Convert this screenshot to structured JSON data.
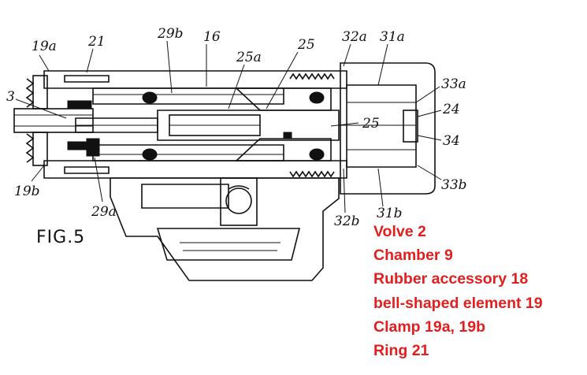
{
  "figure": {
    "title": "FIG.5",
    "labels": {
      "l19a": "19a",
      "l21": "21",
      "l29b": "29b",
      "l16": "16",
      "l25a": "25a",
      "l25top": "25",
      "l32a": "32a",
      "l31a": "31a",
      "l33a": "33a",
      "l3": "3",
      "l24": "24",
      "l25mid": "25",
      "l34": "34",
      "l19b": "19b",
      "l29a": "29a",
      "l32b": "32b",
      "l31b": "31b",
      "l33b": "33b"
    }
  },
  "legend": {
    "items": [
      "Volve 2",
      "Chamber 9",
      "Rubber accessory 18",
      "bell-shaped element 19",
      "Clamp 19a, 19b",
      "Ring 21"
    ],
    "color": "#e31e1e"
  }
}
